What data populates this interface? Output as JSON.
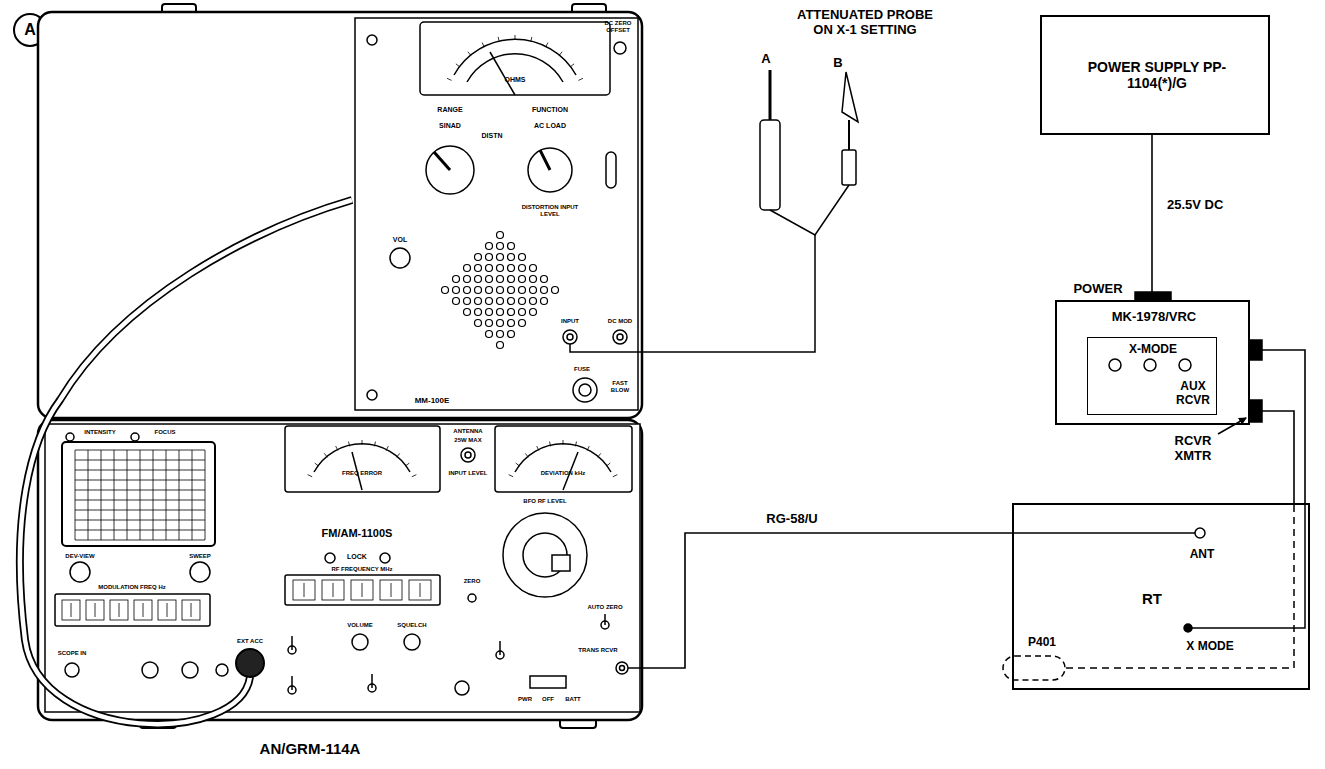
{
  "diagram": {
    "nodes": [
      {
        "text": [
          "AN/GRM-114A"
        ]
      },
      {
        "text": [
          "MM-100E"
        ],
        "in": 0
      },
      {
        "text": [
          "FM/AM-1100S"
        ],
        "in": 0
      },
      {
        "text": [
          "POWER SUPPLY PP-1104(*)/G"
        ]
      },
      {
        "text": [
          "MK-1978/VRC"
        ]
      },
      {
        "text": [
          "X-MODE",
          "AUX RCVR"
        ],
        "in": 4
      },
      {
        "text": [
          "RT",
          "ANT",
          "P401",
          "X MODE"
        ]
      }
    ],
    "edges": [
      {
        "from": 3,
        "to": 4,
        "arrow": "none",
        "label": "25.5V DC"
      },
      {
        "from": 2,
        "to": 6,
        "arrow": "none",
        "label": "RG-58/U"
      },
      {
        "from": 4,
        "to": 6,
        "arrow": "none"
      },
      {
        "from": 4,
        "to": 6,
        "arrow": "none"
      }
    ],
    "labels": [
      "A",
      "ATTENUATED PROBE ON X-1 SETTING",
      "A",
      "B",
      "POWER",
      "RCVR XMTR",
      "DC ZERO OFFSET",
      "RANGE",
      "FUNCTION",
      "SINAD",
      "DISTN",
      "AC LOAD",
      "OHMS",
      "VOL",
      "DISTORTION INPUT LEVEL",
      "INPUT",
      "DC MOD",
      "FUSE",
      "FAST BLOW",
      "INTENSITY",
      "FOCUS",
      "FREQ ERROR",
      "ANTENNA",
      "25W MAX",
      "INPUT LEVEL",
      "DEVIATION kHz",
      "DEV-VIEW",
      "SWEEP",
      "LOCK",
      "MODULATION FREQ Hz",
      "RF FREQUENCY MHz",
      "ZERO",
      "BFO RF LEVEL",
      "VOLUME",
      "SQUELCH",
      "EXT ACC",
      "SCOPE IN",
      "AUTO ZERO",
      "TRANS RCVR",
      "PWR",
      "OFF",
      "BATT"
    ]
  }
}
